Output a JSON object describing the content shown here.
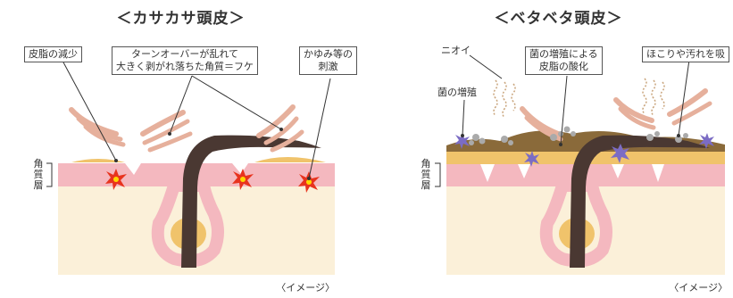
{
  "left": {
    "heading": "＜カサカサ頭皮＞",
    "labels": {
      "sebum_decrease": "皮脂の減少",
      "keratin_line1": "ターンオーバーが乱れて",
      "keratin_line2": "大きく剥がれ落ちた角質＝フケ",
      "itch_line1": "かゆみ等の",
      "itch_line2": "刺激"
    },
    "layer_chars": [
      "角",
      "質",
      "層"
    ],
    "caption": "〈イメージ〉"
  },
  "right": {
    "heading": "＜ベタベタ頭皮＞",
    "labels": {
      "odor": "ニオイ",
      "bacteria_growth": "菌の増殖",
      "oxidation_line1": "菌の増殖による",
      "oxidation_line2": "皮脂の酸化",
      "dust": "ほこりや汚れを吸"
    },
    "layer_chars": [
      "角",
      "質",
      "層"
    ],
    "caption": "〈イメージ〉"
  },
  "colors": {
    "stratum_corneum": "#f4b8bf",
    "dermis": "#fbf0d9",
    "sebum": "#f0c36b",
    "hair": "#4a3832",
    "scale": "#e6b09c",
    "oxidized_sebum": "#8a6a3a",
    "bacteria": "#7b6cc4",
    "irritation": "#e8331e"
  }
}
